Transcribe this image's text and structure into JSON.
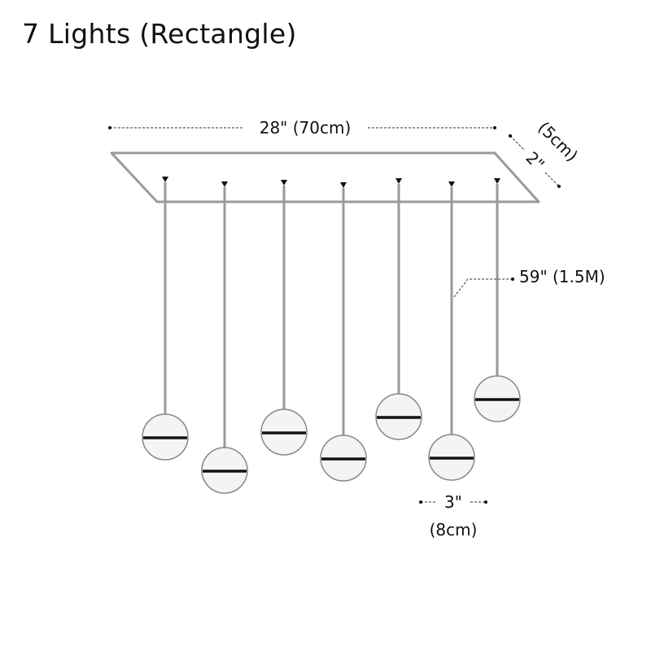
{
  "title": "7 Lights (Rectangle)",
  "dimensions": {
    "width": "28\" (70cm)",
    "depth_in": "2\"",
    "depth_cm": "(5cm)",
    "cord_length": "59\" (1.5M)",
    "globe_in": "3\"",
    "globe_cm": "(8cm)"
  },
  "colors": {
    "line": "#999999",
    "globe": "#f4f4f4",
    "band": "#111111"
  },
  "pendant_count": 7
}
